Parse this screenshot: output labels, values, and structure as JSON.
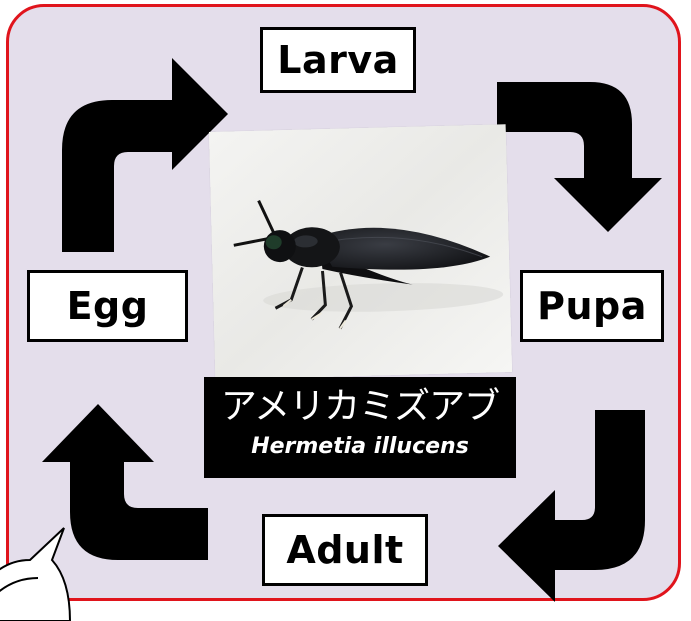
{
  "diagram": {
    "frame_border_color": "#e0141c",
    "frame_background": "#e4deeb",
    "stages": {
      "larva": "Larva",
      "egg": "Egg",
      "pupa": "Pupa",
      "adult": "Adult"
    },
    "species": {
      "japanese_name": "アメリカミズアブ",
      "scientific_name": "Hermetia illucens"
    },
    "arrows": [
      {
        "from": "Egg",
        "to": "Larva"
      },
      {
        "from": "Larva",
        "to": "Pupa"
      },
      {
        "from": "Pupa",
        "to": "Adult"
      },
      {
        "from": "Adult",
        "to": "Egg"
      }
    ]
  }
}
